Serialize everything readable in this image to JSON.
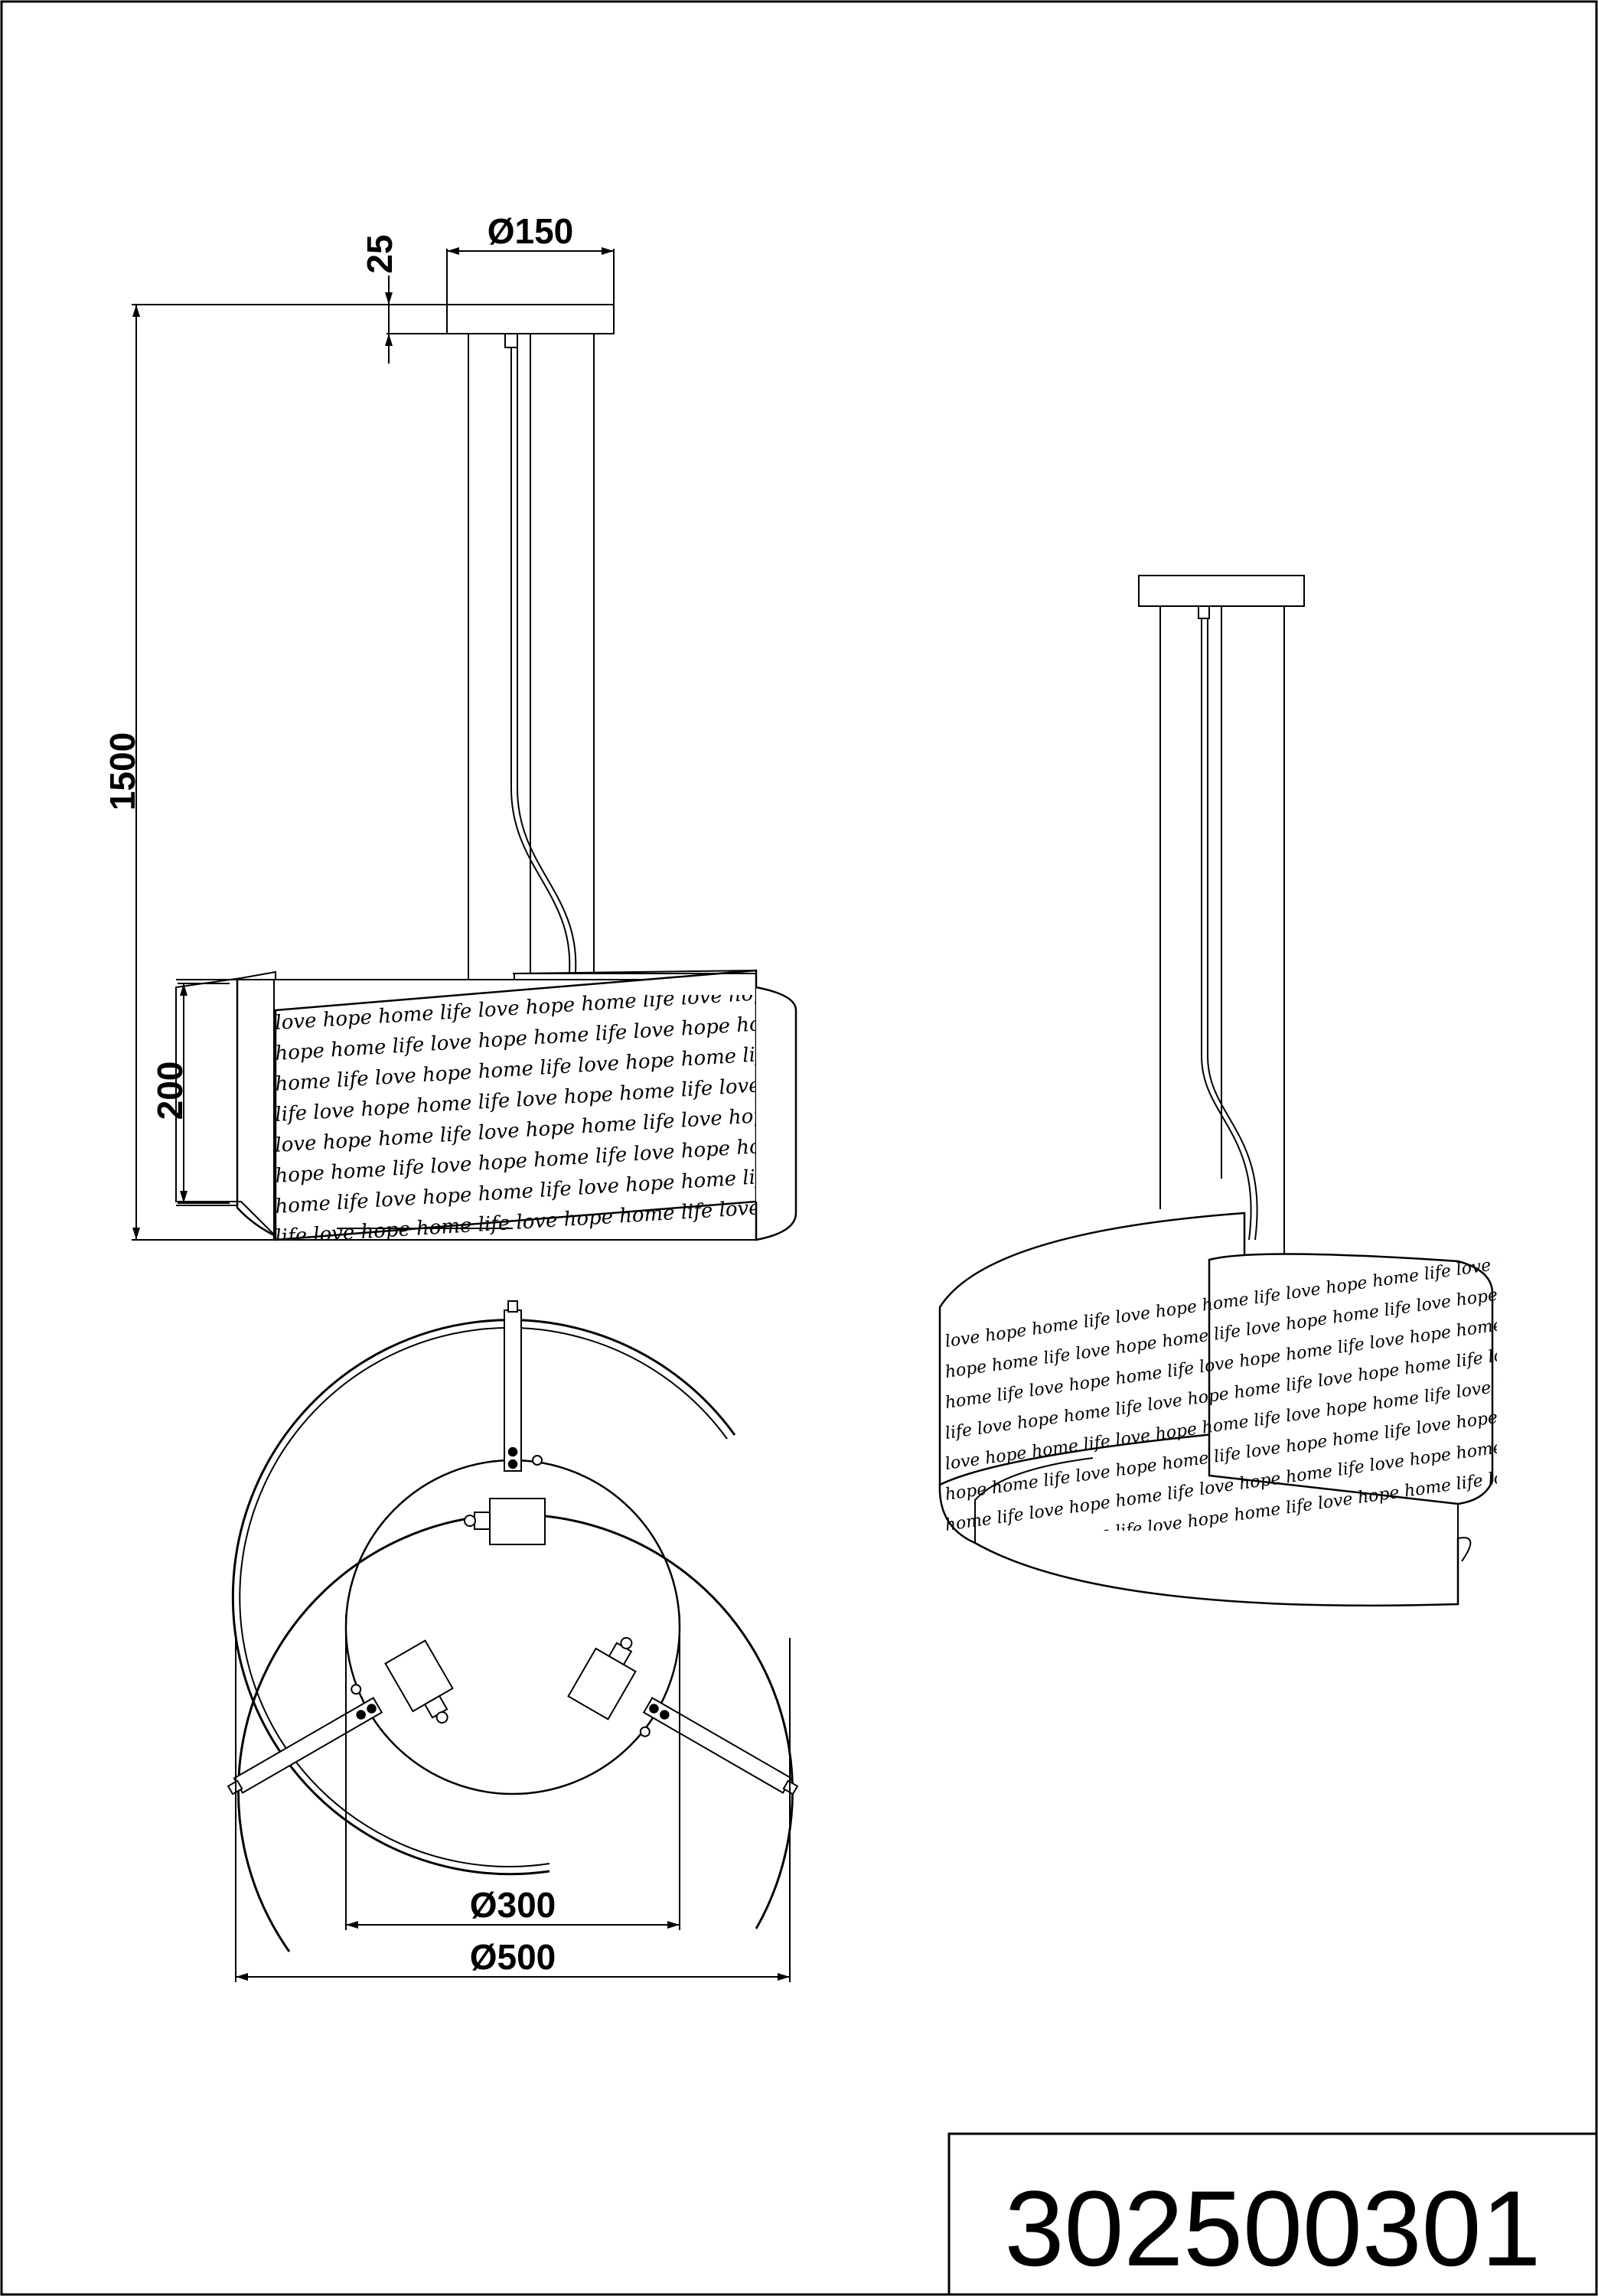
{
  "drawing": {
    "dimensions": {
      "canopy_diameter": "Ø150",
      "canopy_height": "25",
      "total_height": "1500",
      "shade_height": "200",
      "inner_diameter": "Ø300",
      "outer_diameter": "Ø500"
    },
    "shade_words": [
      "love",
      "hope",
      "home",
      "life"
    ],
    "article_number": "302500301"
  }
}
